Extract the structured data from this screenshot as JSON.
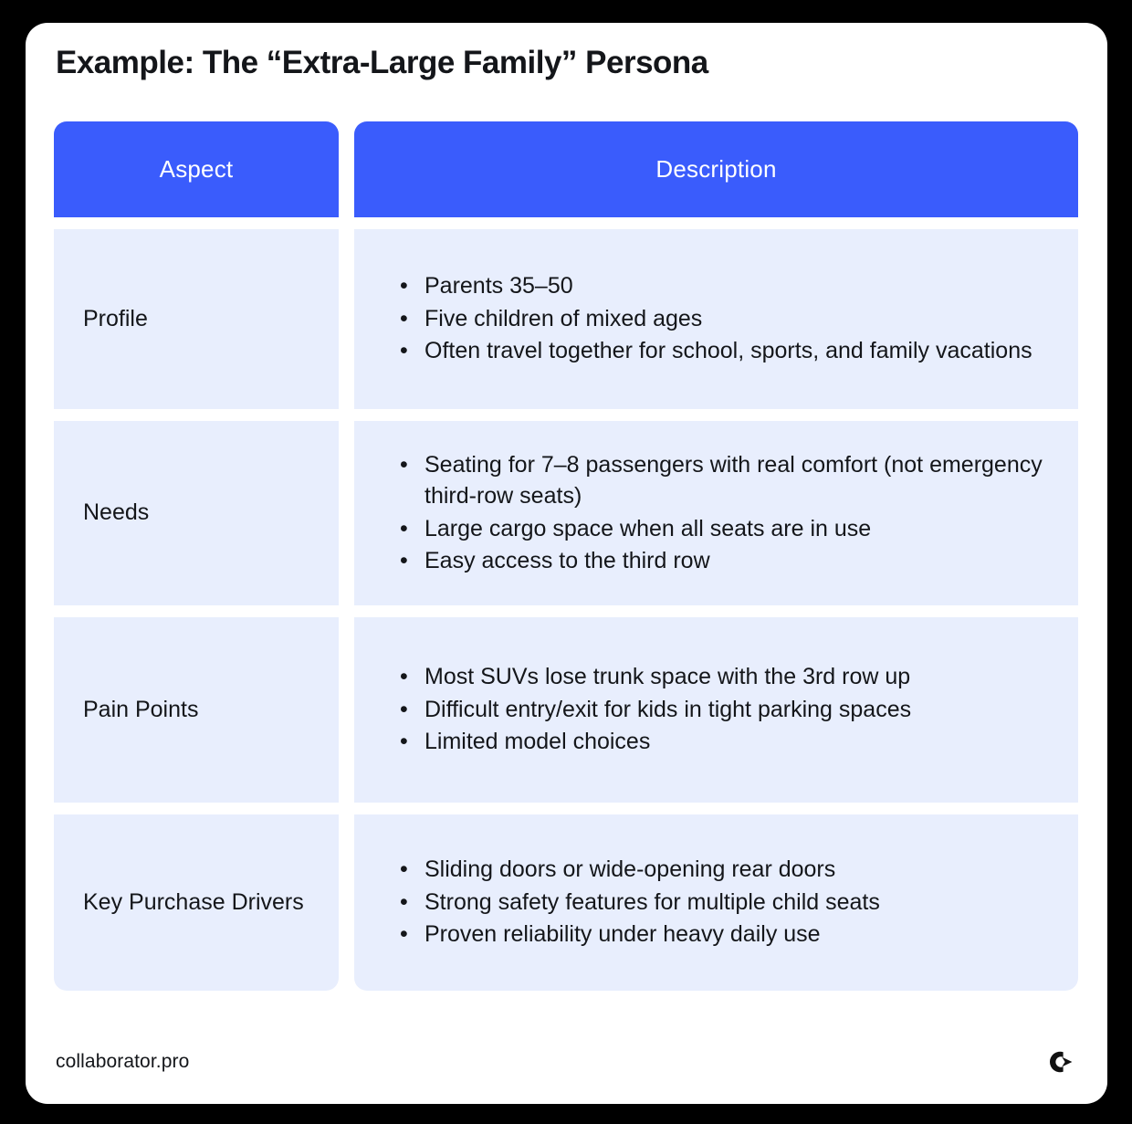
{
  "page": {
    "title": "Example: The “Extra-Large Family” Persona",
    "background_color": "#000000",
    "card_color": "#ffffff",
    "accent_color": "#3a5cfc",
    "row_color": "#e8eefd",
    "text_color": "#14161a"
  },
  "table": {
    "headers": {
      "aspect": "Aspect",
      "description": "Description"
    },
    "rows": [
      {
        "aspect": "Profile",
        "bullets": [
          "Parents 35–50",
          "Five children of mixed ages",
          "Often travel together for school, sports, and family vacations"
        ]
      },
      {
        "aspect": "Needs",
        "bullets": [
          "Seating for 7–8 passengers with real comfort (not emergency third-row seats)",
          "Large cargo space when all seats are in use",
          "Easy access to the third row"
        ]
      },
      {
        "aspect": "Pain Points",
        "bullets": [
          "Most SUVs lose trunk space with the 3rd row up",
          "Difficult entry/exit for kids in tight parking spaces",
          "Limited model choices"
        ]
      },
      {
        "aspect": "Key Purchase Drivers",
        "bullets": [
          "Sliding doors or wide-opening rear doors",
          "Strong safety features for multiple child seats",
          "Proven reliability under heavy daily use"
        ]
      }
    ]
  },
  "footer": {
    "site": "collaborator.pro",
    "logo_name": "collaborator-logo-icon"
  }
}
